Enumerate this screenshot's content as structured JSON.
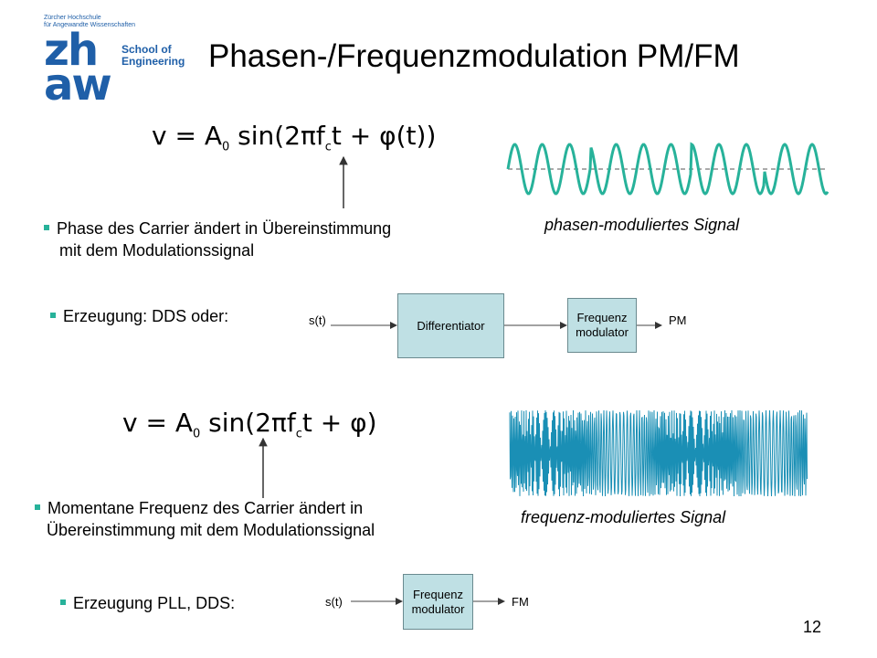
{
  "logo": {
    "institution_line1": "Zürcher Hochschule",
    "institution_line2": "für Angewandte Wissenschaften",
    "mark_top": "zh",
    "mark_bottom": "aw",
    "school_line1": "School of",
    "school_line2": "Engineering"
  },
  "slide": {
    "title": "Phasen-/Frequenzmodulation PM/FM",
    "page_number": "12"
  },
  "pm": {
    "formula": {
      "lhs": "v = A",
      "sub0": "0",
      "mid": " sin(2πf",
      "subc": "c",
      "rhs": "t + φ(t))"
    },
    "bullet_line1": "Phase des Carrier ändert in Übereinstimmung",
    "bullet_line2": "mit dem Modulationssignal",
    "signal_caption": "phasen-moduliertes Signal",
    "generation": "Erzeugung: DDS oder:",
    "diagram": {
      "input": "s(t)",
      "block1": "Differentiator",
      "block2_line1": "Frequenz",
      "block2_line2": "modulator",
      "output": "PM"
    }
  },
  "fm": {
    "formula": {
      "lhs": "v = A",
      "sub0": "0",
      "mid": " sin(2πf",
      "subc": "c",
      "rhs": "t + φ)"
    },
    "bullet_line1": "Momentane Frequenz des Carrier ändert in",
    "bullet_line2": "Übereinstimmung mit dem Modulationssignal",
    "signal_caption": "frequenz-moduliertes Signal",
    "generation": "Erzeugung PLL, DDS:",
    "diagram": {
      "input": "s(t)",
      "block_line1": "Frequenz",
      "block_line2": "modulator",
      "output": "FM"
    }
  },
  "colors": {
    "accent": "#27b29a",
    "wave": "#27b29a",
    "fm_wave": "#1a8fb5",
    "box_fill": "#bfe0e4",
    "logo_blue": "#1f5fa8"
  }
}
